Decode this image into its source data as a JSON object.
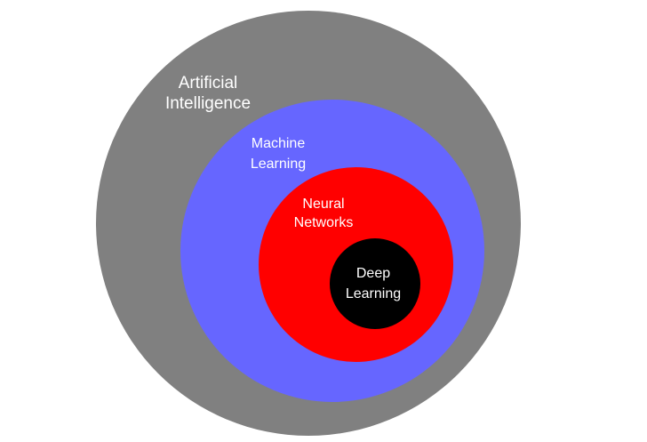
{
  "diagram": {
    "layers": [
      {
        "id": "ai",
        "label_lines": [
          "Artificial",
          "Intelligence"
        ],
        "color": "#808080"
      },
      {
        "id": "ml",
        "label_lines": [
          "Machine",
          "Learning"
        ],
        "color": "#6666ff"
      },
      {
        "id": "nn",
        "label_lines": [
          "Neural",
          "Networks"
        ],
        "color": "#ff0000"
      },
      {
        "id": "dl",
        "label_lines": [
          "Deep",
          "Learning"
        ],
        "color": "#000000"
      }
    ],
    "text_color": "#ffffff",
    "background": "#ffffff"
  }
}
